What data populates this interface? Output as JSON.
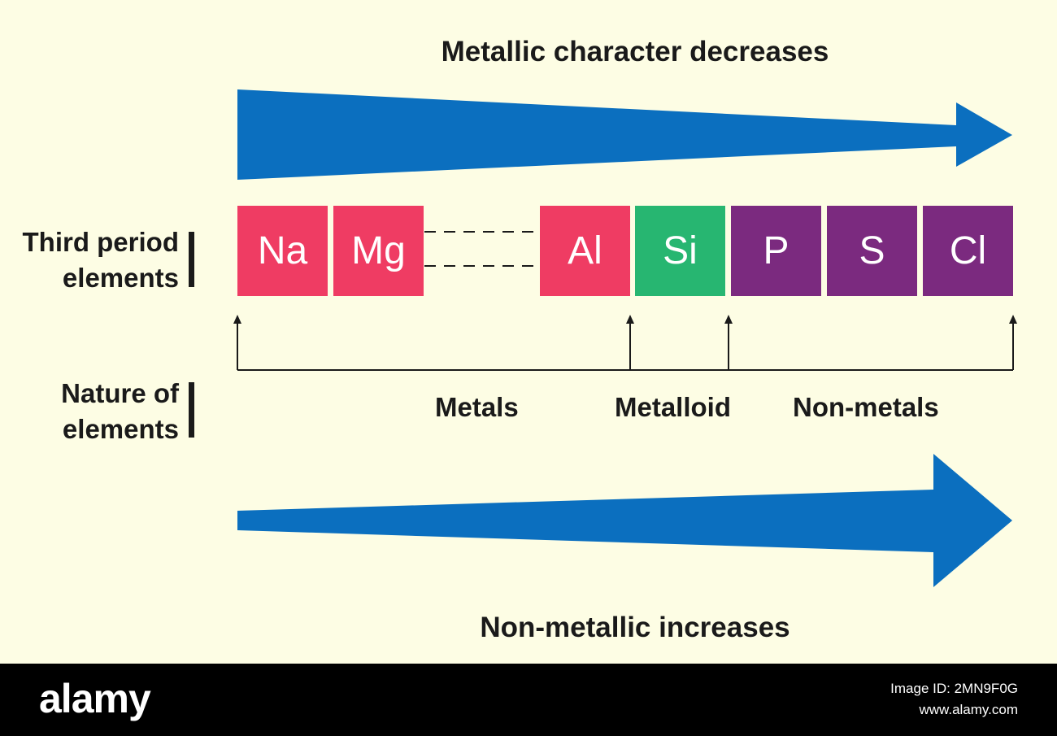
{
  "diagram": {
    "top_label": "Metallic character decreases",
    "bottom_label": "Non-metallic increases",
    "row_labels": {
      "third_period": "Third period\nelements",
      "nature": "Nature of\nelements"
    },
    "elements": [
      {
        "symbol": "Na",
        "group": "metal"
      },
      {
        "symbol": "Mg",
        "group": "metal"
      },
      {
        "symbol": "Al",
        "group": "metal"
      },
      {
        "symbol": "Si",
        "group": "metalloid"
      },
      {
        "symbol": "P",
        "group": "non-metal"
      },
      {
        "symbol": "S",
        "group": "non-metal"
      },
      {
        "symbol": "Cl",
        "group": "non-metal"
      }
    ],
    "categories": {
      "metals": "Metals",
      "metalloid": "Metalloid",
      "non_metals": "Non-metals"
    },
    "colors": {
      "background": "#fdfde4",
      "arrow": "#0b6fbf",
      "metal": "#ef3c63",
      "metalloid": "#27b671",
      "non_metal": "#7b2a7f",
      "text": "#1a1a1a"
    }
  },
  "footer": {
    "logo": "alamy",
    "image_id": "Image ID: 2MN9F0G",
    "site": "www.alamy.com"
  }
}
